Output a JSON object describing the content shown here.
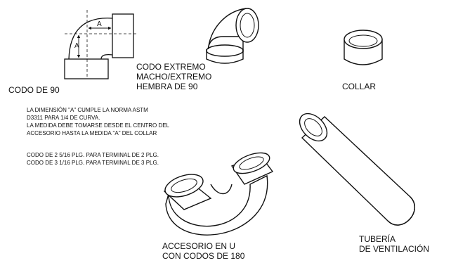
{
  "labels": {
    "codo_90": "CODO DE 90",
    "codo_extremo": [
      "CODO EXTREMO",
      "MACHO/EXTREMO",
      "HEMBRA DE 90"
    ],
    "collar": "COLLAR",
    "accesorio_u": [
      "ACCESORIO EN U",
      "CON CODOS DE 180"
    ],
    "tuberia": [
      "TUBERÍA",
      "DE VENTILACIÓN"
    ]
  },
  "dimension_marks": {
    "horizontal": "A",
    "vertical": "A"
  },
  "notes": {
    "paragraph": [
      "LA DIMENSIÓN \"A\" CUMPLE LA NORMA ASTM",
      "D3311 PARA 1/4 DE CURVA.",
      "LA MEDIDA DEBE TOMARSE DESDE EL CENTRO DEL",
      "ACCESORIO HASTA LA MEDIDA \"A\" DEL COLLAR"
    ],
    "sizes": [
      "CODO DE 2 5/16 PLG. PARA TERMINAL DE 2 PLG.",
      "CODO DE 3 1/16 PLG. PARA TERMINAL DE 3 PLG."
    ]
  }
}
